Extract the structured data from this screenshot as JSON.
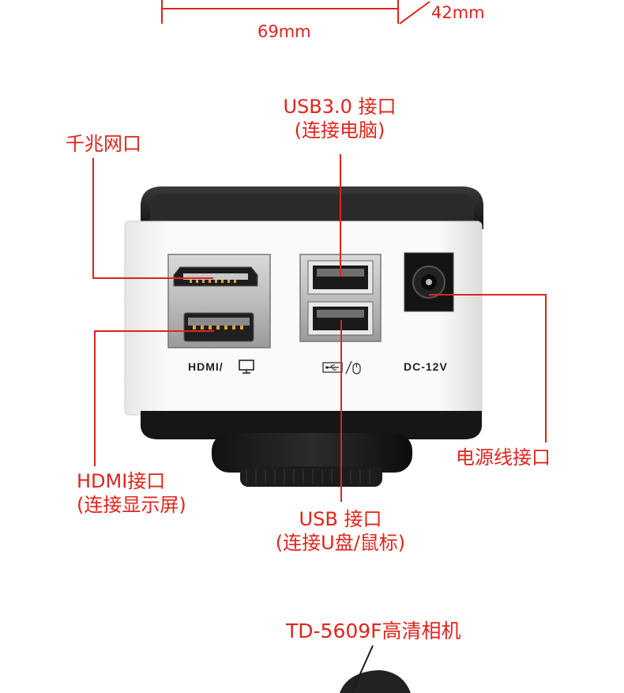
{
  "colors": {
    "accent": "#e0241b",
    "body": "#f5f5f5",
    "dark": "#1a1a1a"
  },
  "dimensions": {
    "width_label": "69mm",
    "height_label": "42mm"
  },
  "callouts": {
    "usb3": {
      "line1": "USB3.0 接口",
      "line2": "(连接电脑)"
    },
    "ethernet": {
      "line1": "千兆网口"
    },
    "hdmi": {
      "line1": "HDMI接口",
      "line2": "(连接显示屏)"
    },
    "usb": {
      "line1": "USB 接口",
      "line2": "(连接U盘/鼠标)"
    },
    "power": {
      "line1": "电源线接口"
    }
  },
  "panel_labels": {
    "hdmi": "HDMI/",
    "dc": "DC-12V"
  },
  "icons": {
    "monitor": "monitor-icon",
    "usb": "usb-icon",
    "mouse": "mouse-icon"
  },
  "product": {
    "name": "TD-5609F高清相机"
  }
}
